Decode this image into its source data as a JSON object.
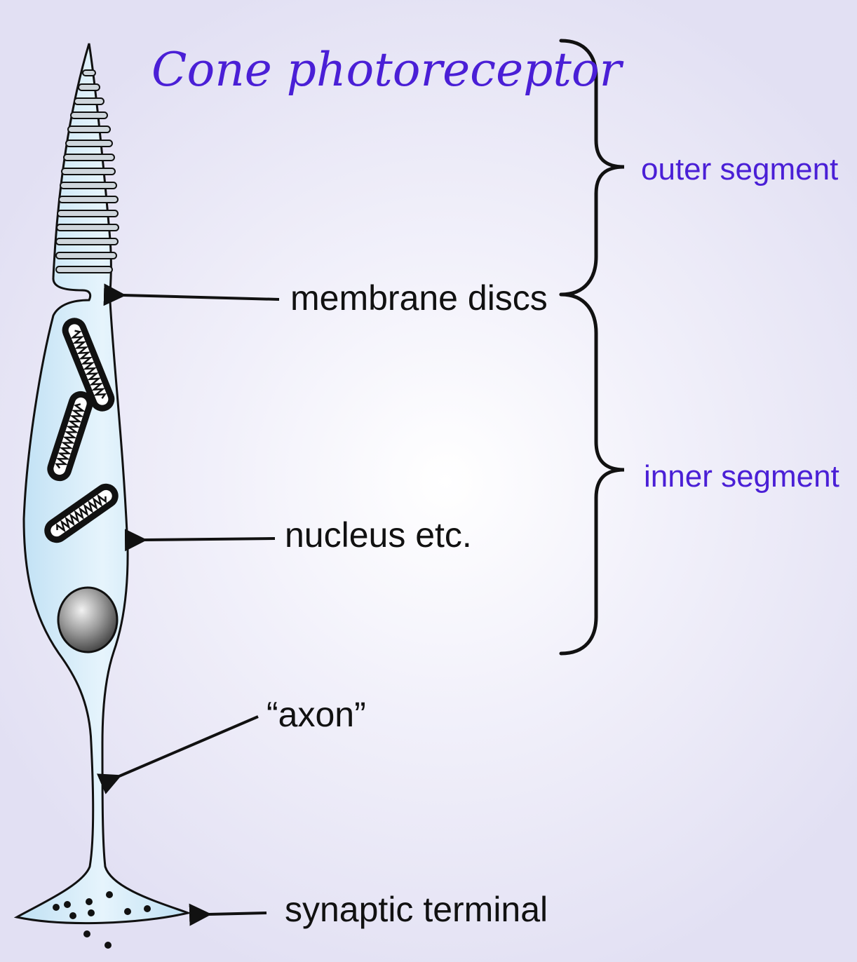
{
  "title": "Cone photoreceptor",
  "labels": {
    "membrane_discs": "membrane discs",
    "nucleus": "nucleus etc.",
    "axon": "“axon”",
    "synaptic_terminal": "synaptic terminal"
  },
  "segments": {
    "outer": "outer segment",
    "inner": "inner segment"
  },
  "colors": {
    "cell_fill": "#cce8f8",
    "outline": "#111111",
    "segment_text": "#4a1fd6",
    "title_text": "#4a1fd6",
    "label_text": "#111111"
  }
}
